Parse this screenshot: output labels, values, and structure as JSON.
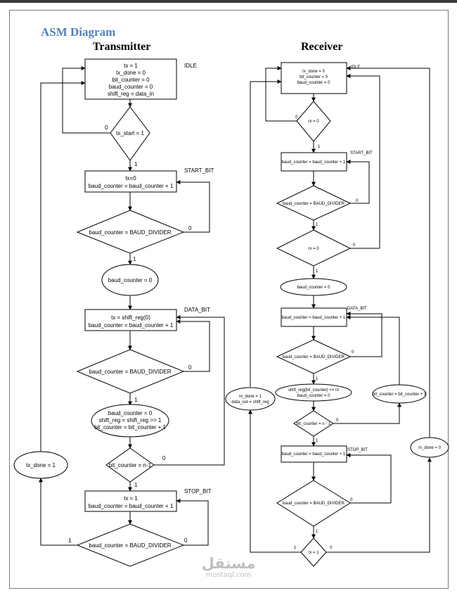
{
  "document": {
    "title": "ASM Diagram",
    "transmitter_title": "Transmitter",
    "receiver_title": "Receiver",
    "watermark_main": "مستقل",
    "watermark_sub": "mostaql.com"
  },
  "transmitter": {
    "idle_state": [
      "tx = 1",
      "tx_done = 0",
      "bit_counter = 0",
      "baud_counter = 0",
      "shift_reg = data_in"
    ],
    "idle_label": "IDLE",
    "tx_start_cond": "tx_start = 1",
    "start_state": [
      "tx=0",
      "baud_counter = baud_counter + 1"
    ],
    "start_label": "START_BIT",
    "start_cond": "baud_counter = BAUD_DIVIDER",
    "reset_baud": "baud_counter = 0",
    "data_state": [
      "tx = shift_reg(0)",
      "baud_counter = baud_counter + 1"
    ],
    "data_label": "DATA_BIT",
    "data_cond": "baud_counter = BAUD_DIVIDER",
    "data_update": [
      "baud_counter = 0",
      "shift_reg = shift_reg >> 1",
      "bit_counter = bit_counter + 1"
    ],
    "bit_cond": "bit_counter = n-1",
    "stop_state": [
      "tx = 1",
      "baud_counter = baud_counter + 1"
    ],
    "stop_label": "STOP_BIT",
    "stop_cond": "baud_counter = BAUD_DIVIDER",
    "done": "tx_done = 1",
    "one": "1",
    "zero": "0"
  },
  "receiver": {
    "idle_state": [
      "rx_done = 0",
      "bit_counter = 0",
      "baud_counter = 0"
    ],
    "idle_label": "IDLE",
    "rx_cond": "rx = 0",
    "start_state": "baud_counter = baud_counter + 1",
    "start_label": "START_BIT",
    "start_cond": "baud_counter = BAUD_DIVIDER",
    "rx_cond2": "rx = 0",
    "reset_baud": "baud_counter = 0",
    "data_state": "baud_counter = baud_counter + 1",
    "data_label": "DATA_BIT",
    "data_cond": "baud_counter = BAUD_DIVIDER",
    "shift_update": [
      "shift_reg(bit_counter) <= rx",
      "baud_counter = 0"
    ],
    "bit_inc": "bit_counter = bit_counter + 1",
    "bit_cond": "bit_counter = n - 1",
    "stop_state": "baud_counter = baud_counter + 1",
    "stop_label": "STOP_BIT",
    "stop_cond": "baud_counter = BAUD_DIVIDER",
    "stop_rx_cond": "rx = 1",
    "done": [
      "rx_done = 1",
      "data_out = shift_reg"
    ],
    "done_fail": "rx_done = 0",
    "one": "1",
    "zero": "0"
  }
}
